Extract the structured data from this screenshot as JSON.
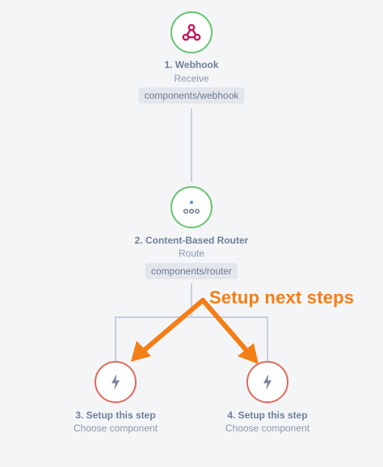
{
  "steps": [
    {
      "number_title": "1. Webhook",
      "subtitle": "Receive",
      "component": "components/webhook",
      "icon": "webhook-icon"
    },
    {
      "number_title": "2. Content-Based Router",
      "subtitle": "Route",
      "component": "components/router",
      "icon": "router-icon"
    },
    {
      "number_title": "3. Setup this step",
      "subtitle": "Choose component",
      "icon": "bolt-icon"
    },
    {
      "number_title": "4. Setup this step",
      "subtitle": "Choose component",
      "icon": "bolt-icon"
    }
  ],
  "annotation": {
    "text": "Setup next steps"
  },
  "colors": {
    "background": "#f4f5f7",
    "configured_border": "#68c36f",
    "unconfigured_border": "#e06a5e",
    "annotation": "#f47e16",
    "connector": "#c9cfd8"
  }
}
